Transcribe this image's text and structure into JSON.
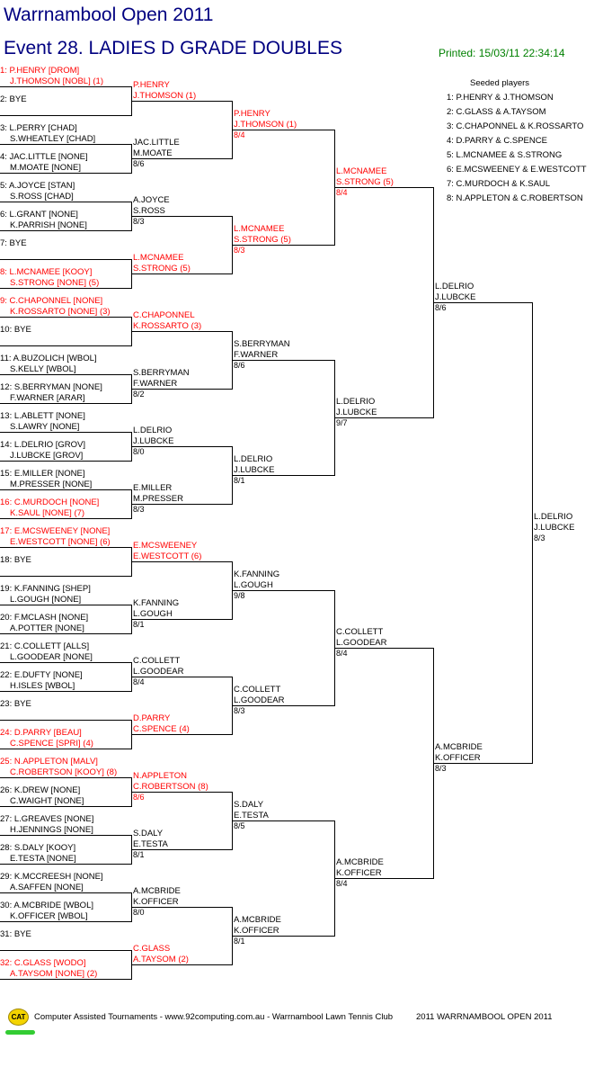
{
  "header": {
    "title": "Warrnambool Open 2011",
    "event": "Event 28. LADIES D GRADE DOUBLES",
    "printed": "Printed: 15/03/11 22:34:14"
  },
  "draw": [
    {
      "label": "1: P.HENRY [DROM]",
      "partner": "J.THOMSON [NOBL] (1)",
      "seeded": true
    },
    {
      "label": "2: BYE",
      "partner": "",
      "seeded": false
    },
    {
      "label": "3: L.PERRY [CHAD]",
      "partner": "S.WHEATLEY [CHAD]",
      "seeded": false
    },
    {
      "label": "4: JAC.LITTLE [NONE]",
      "partner": "M.MOATE [NONE]",
      "seeded": false
    },
    {
      "label": "5: A.JOYCE [STAN]",
      "partner": "S.ROSS [CHAD]",
      "seeded": false
    },
    {
      "label": "6: L.GRANT [NONE]",
      "partner": "K.PARRISH [NONE]",
      "seeded": false
    },
    {
      "label": "7: BYE",
      "partner": "",
      "seeded": false
    },
    {
      "label": "8: L.MCNAMEE [KOOY]",
      "partner": "S.STRONG [NONE] (5)",
      "seeded": true
    },
    {
      "label": "9: C.CHAPONNEL [NONE]",
      "partner": "K.ROSSARTO [NONE] (3)",
      "seeded": true
    },
    {
      "label": "10: BYE",
      "partner": "",
      "seeded": false
    },
    {
      "label": "11: A.BUZOLICH [WBOL]",
      "partner": "S.KELLY [WBOL]",
      "seeded": false
    },
    {
      "label": "12: S.BERRYMAN [NONE]",
      "partner": "F.WARNER [ARAR]",
      "seeded": false
    },
    {
      "label": "13: L.ABLETT [NONE]",
      "partner": "S.LAWRY [NONE]",
      "seeded": false
    },
    {
      "label": "14: L.DELRIO [GROV]",
      "partner": "J.LUBCKE [GROV]",
      "seeded": false
    },
    {
      "label": "15: E.MILLER [NONE]",
      "partner": "M.PRESSER [NONE]",
      "seeded": false
    },
    {
      "label": "16: C.MURDOCH [NONE]",
      "partner": "K.SAUL [NONE] (7)",
      "seeded": true
    },
    {
      "label": "17: E.MCSWEENEY [NONE]",
      "partner": "E.WESTCOTT [NONE] (6)",
      "seeded": true
    },
    {
      "label": "18: BYE",
      "partner": "",
      "seeded": false
    },
    {
      "label": "19: K.FANNING [SHEP]",
      "partner": "L.GOUGH [NONE]",
      "seeded": false
    },
    {
      "label": "20: F.MCLASH [NONE]",
      "partner": "A.POTTER [NONE]",
      "seeded": false
    },
    {
      "label": "21: C.COLLETT [ALLS]",
      "partner": "L.GOODEAR [NONE]",
      "seeded": false
    },
    {
      "label": "22: E.DUFTY [NONE]",
      "partner": "H.ISLES [WBOL]",
      "seeded": false
    },
    {
      "label": "23: BYE",
      "partner": "",
      "seeded": false
    },
    {
      "label": "24: D.PARRY [BEAU]",
      "partner": "C.SPENCE [SPRI] (4)",
      "seeded": true
    },
    {
      "label": "25: N.APPLETON [MALV]",
      "partner": "C.ROBERTSON [KOOY] (8)",
      "seeded": true
    },
    {
      "label": "26: K.DREW [NONE]",
      "partner": "C.WAIGHT [NONE]",
      "seeded": false
    },
    {
      "label": "27: L.GREAVES [NONE]",
      "partner": "H.JENNINGS [NONE]",
      "seeded": false
    },
    {
      "label": "28: S.DALY [KOOY]",
      "partner": "E.TESTA [NONE]",
      "seeded": false
    },
    {
      "label": "29: K.MCCREESH [NONE]",
      "partner": "A.SAFFEN [NONE]",
      "seeded": false
    },
    {
      "label": "30: A.MCBRIDE [WBOL]",
      "partner": "K.OFFICER [WBOL]",
      "seeded": false
    },
    {
      "label": "31: BYE",
      "partner": "",
      "seeded": false
    },
    {
      "label": "32: C.GLASS [WODO]",
      "partner": "A.TAYSOM [NONE] (2)",
      "seeded": true
    }
  ],
  "rounds": [
    [
      {
        "p1": "P.HENRY",
        "p2": "J.THOMSON (1)",
        "score": "",
        "seeded": true
      },
      {
        "p1": "JAC.LITTLE",
        "p2": "M.MOATE",
        "score": "8/6",
        "seeded": false
      },
      {
        "p1": "A.JOYCE",
        "p2": "S.ROSS",
        "score": "8/3",
        "seeded": false
      },
      {
        "p1": "L.MCNAMEE",
        "p2": "S.STRONG (5)",
        "score": "",
        "seeded": true
      },
      {
        "p1": "C.CHAPONNEL",
        "p2": "K.ROSSARTO (3)",
        "score": "",
        "seeded": true
      },
      {
        "p1": "S.BERRYMAN",
        "p2": "F.WARNER",
        "score": "8/2",
        "seeded": false
      },
      {
        "p1": "L.DELRIO",
        "p2": "J.LUBCKE",
        "score": "8/0",
        "seeded": false
      },
      {
        "p1": "E.MILLER",
        "p2": "M.PRESSER",
        "score": "8/3",
        "seeded": false
      },
      {
        "p1": "E.MCSWEENEY",
        "p2": "E.WESTCOTT (6)",
        "score": "",
        "seeded": true
      },
      {
        "p1": "K.FANNING",
        "p2": "L.GOUGH",
        "score": "8/1",
        "seeded": false
      },
      {
        "p1": "C.COLLETT",
        "p2": "L.GOODEAR",
        "score": "8/4",
        "seeded": false
      },
      {
        "p1": "D.PARRY",
        "p2": "C.SPENCE (4)",
        "score": "",
        "seeded": true
      },
      {
        "p1": "N.APPLETON",
        "p2": "C.ROBERTSON (8)",
        "score": "8/6",
        "seeded": true
      },
      {
        "p1": "S.DALY",
        "p2": "E.TESTA",
        "score": "8/1",
        "seeded": false
      },
      {
        "p1": "A.MCBRIDE",
        "p2": "K.OFFICER",
        "score": "8/0",
        "seeded": false
      },
      {
        "p1": "C.GLASS",
        "p2": "A.TAYSOM (2)",
        "score": "",
        "seeded": true
      }
    ],
    [
      {
        "p1": "P.HENRY",
        "p2": "J.THOMSON (1)",
        "score": "8/4",
        "seeded": true
      },
      {
        "p1": "L.MCNAMEE",
        "p2": "S.STRONG (5)",
        "score": "8/3",
        "seeded": true
      },
      {
        "p1": "S.BERRYMAN",
        "p2": "F.WARNER",
        "score": "8/6",
        "seeded": false
      },
      {
        "p1": "L.DELRIO",
        "p2": "J.LUBCKE",
        "score": "8/1",
        "seeded": false
      },
      {
        "p1": "K.FANNING",
        "p2": "L.GOUGH",
        "score": "9/8",
        "seeded": false
      },
      {
        "p1": "C.COLLETT",
        "p2": "L.GOODEAR",
        "score": "8/3",
        "seeded": false
      },
      {
        "p1": "S.DALY",
        "p2": "E.TESTA",
        "score": "8/5",
        "seeded": false
      },
      {
        "p1": "A.MCBRIDE",
        "p2": "K.OFFICER",
        "score": "8/1",
        "seeded": false
      }
    ],
    [
      {
        "p1": "L.MCNAMEE",
        "p2": "S.STRONG (5)",
        "score": "8/4",
        "seeded": true
      },
      {
        "p1": "L.DELRIO",
        "p2": "J.LUBCKE",
        "score": "9/7",
        "seeded": false
      },
      {
        "p1": "C.COLLETT",
        "p2": "L.GOODEAR",
        "score": "8/4",
        "seeded": false
      },
      {
        "p1": "A.MCBRIDE",
        "p2": "K.OFFICER",
        "score": "8/4",
        "seeded": false
      }
    ],
    [
      {
        "p1": "L.DELRIO",
        "p2": "J.LUBCKE",
        "score": "8/6",
        "seeded": false
      },
      {
        "p1": "A.MCBRIDE",
        "p2": "K.OFFICER",
        "score": "8/3",
        "seeded": false
      }
    ],
    [
      {
        "p1": "L.DELRIO",
        "p2": "J.LUBCKE",
        "score": "8/3",
        "seeded": false
      }
    ]
  ],
  "seeds": {
    "title": "Seeded players",
    "items": [
      "1: P.HENRY & J.THOMSON",
      "2: C.GLASS & A.TAYSOM",
      "3: C.CHAPONNEL & K.ROSSARTO",
      "4: D.PARRY & C.SPENCE",
      "5: L.MCNAMEE & S.STRONG",
      "6: E.MCSWEENEY & E.WESTCOTT",
      "7: C.MURDOCH & K.SAUL",
      "8: N.APPLETON & C.ROBERTSON"
    ]
  },
  "footer": {
    "logo_text": "CAT",
    "left": "Computer Assisted Tournaments - www.92computing.com.au -  Warrnambool Lawn Tennis Club",
    "right": "2011 WARRNAMBOOL OPEN 2011"
  },
  "colors": {
    "title": "#000080",
    "printed": "#008000",
    "seeded": "#ff0000",
    "text": "#000000"
  }
}
